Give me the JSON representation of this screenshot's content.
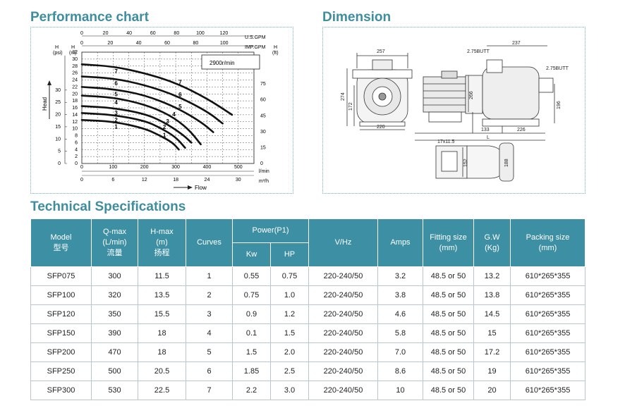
{
  "headings": {
    "performance": "Performance chart",
    "dimension": "Dimension",
    "specs": "Technical Specifications"
  },
  "chart": {
    "head_label": "Head",
    "flow_label": "Flow",
    "h_psi": "H\n(psi)",
    "h_m": "H\n(m)",
    "h_ft": "H\n(ft)",
    "usgpm": "U.S.GPM",
    "impgpm": "IMP.GPM",
    "lmin": "l/min",
    "m3h": "m³/h",
    "speed": "2900r/min"
  },
  "chart_data": {
    "type": "line",
    "xlim": [
      0,
      550
    ],
    "ylim": [
      0,
      32
    ],
    "x_unit": "l/min",
    "y_unit": "m",
    "ticks": {
      "usgpm": [
        "0",
        "20",
        "40",
        "60",
        "80",
        "100",
        "120"
      ],
      "impgpm": [
        "0",
        "20",
        "40",
        "60",
        "80",
        "100"
      ],
      "psi": [
        "0",
        "5",
        "10",
        "15",
        "20",
        "25",
        "30"
      ],
      "m": [
        "0",
        "2",
        "4",
        "6",
        "8",
        "10",
        "12",
        "14",
        "16",
        "18",
        "20",
        "22",
        "24",
        "26",
        "28",
        "30",
        "32"
      ],
      "ft": [
        "0",
        "15",
        "30",
        "45",
        "60",
        "75"
      ],
      "lmin": [
        "0",
        "100",
        "200",
        "300",
        "400",
        "500"
      ],
      "m3h": [
        "0",
        "6",
        "12",
        "18",
        "24",
        "30"
      ]
    },
    "series": [
      {
        "name": "1",
        "points": [
          [
            0,
            12.5
          ],
          [
            100,
            12.1
          ],
          [
            200,
            10.1
          ],
          [
            250,
            8.0
          ],
          [
            290,
            6.0
          ],
          [
            310,
            4.0
          ]
        ]
      },
      {
        "name": "2",
        "points": [
          [
            0,
            14.5
          ],
          [
            100,
            14.0
          ],
          [
            200,
            12.3
          ],
          [
            250,
            10.3
          ],
          [
            300,
            7.6
          ],
          [
            330,
            4.5
          ]
        ]
      },
      {
        "name": "3",
        "points": [
          [
            0,
            16.5
          ],
          [
            100,
            16.0
          ],
          [
            200,
            14.3
          ],
          [
            260,
            12.0
          ],
          [
            320,
            8.5
          ],
          [
            350,
            6.0
          ]
        ]
      },
      {
        "name": "4",
        "points": [
          [
            0,
            19.5
          ],
          [
            100,
            19.0
          ],
          [
            200,
            17.0
          ],
          [
            280,
            14.0
          ],
          [
            340,
            10.0
          ],
          [
            380,
            5.5
          ]
        ]
      },
      {
        "name": "5",
        "points": [
          [
            0,
            22.0
          ],
          [
            100,
            21.4
          ],
          [
            200,
            19.7
          ],
          [
            300,
            16.2
          ],
          [
            380,
            12.0
          ],
          [
            420,
            9.0
          ]
        ]
      },
      {
        "name": "6",
        "points": [
          [
            0,
            25.0
          ],
          [
            100,
            24.5
          ],
          [
            200,
            22.6
          ],
          [
            300,
            19.6
          ],
          [
            400,
            15.0
          ],
          [
            450,
            11.5
          ]
        ]
      },
      {
        "name": "7",
        "points": [
          [
            0,
            28.5
          ],
          [
            100,
            27.9
          ],
          [
            200,
            26.0
          ],
          [
            300,
            23.2
          ],
          [
            400,
            18.7
          ],
          [
            480,
            14.0
          ]
        ]
      }
    ]
  },
  "dims": {
    "d257": "257",
    "d237": "237",
    "butt1": "2.75BUTT",
    "butt2": "2.75BUTT",
    "d274": "274",
    "d172": "172",
    "d220": "220",
    "d266": "266",
    "d196": "196",
    "d133": "133",
    "d226": "226",
    "dL": "L",
    "slot": "17x11.5",
    "d152": "152",
    "d188": "188"
  },
  "table": {
    "headers": {
      "model": [
        "Model",
        "型号"
      ],
      "qmax": [
        "Q-max",
        "(L/min)",
        "流量"
      ],
      "hmax": [
        "H-max",
        "(m)",
        "扬程"
      ],
      "curves": "Curves",
      "power": "Power(P1)",
      "kw": "Kw",
      "hp": "HP",
      "vhz": "V/Hz",
      "amps": "Amps",
      "fitting": [
        "Fitting size",
        "(mm)"
      ],
      "gw": [
        "G.W",
        "(Kg)"
      ],
      "packing": [
        "Packing size",
        "(mm)"
      ]
    },
    "rows": [
      [
        "SFP075",
        "300",
        "11.5",
        "1",
        "0.55",
        "0.75",
        "220-240/50",
        "3.2",
        "48.5 or 50",
        "13.2",
        "610*265*355"
      ],
      [
        "SFP100",
        "320",
        "13.5",
        "2",
        "0.75",
        "1.0",
        "220-240/50",
        "3.8",
        "48.5 or 50",
        "13.8",
        "610*265*355"
      ],
      [
        "SFP120",
        "350",
        "15.5",
        "3",
        "0.9",
        "1.2",
        "220-240/50",
        "4.6",
        "48.5 or 50",
        "14.5",
        "610*265*355"
      ],
      [
        "SFP150",
        "390",
        "18",
        "4",
        "0.1",
        "1.5",
        "220-240/50",
        "5.8",
        "48.5 or 50",
        "15",
        "610*265*355"
      ],
      [
        "SFP200",
        "470",
        "18",
        "5",
        "1.5",
        "2.0",
        "220-240/50",
        "7.0",
        "48.5 or 50",
        "17.2",
        "610*265*355"
      ],
      [
        "SFP250",
        "500",
        "20.5",
        "6",
        "1.85",
        "2.5",
        "220-240/50",
        "8.6",
        "48.5 or 50",
        "19",
        "610*265*355"
      ],
      [
        "SFP300",
        "530",
        "22.5",
        "7",
        "2.2",
        "3.0",
        "220-240/50",
        "10",
        "48.5 or 50",
        "20",
        "610*265*355"
      ]
    ]
  }
}
